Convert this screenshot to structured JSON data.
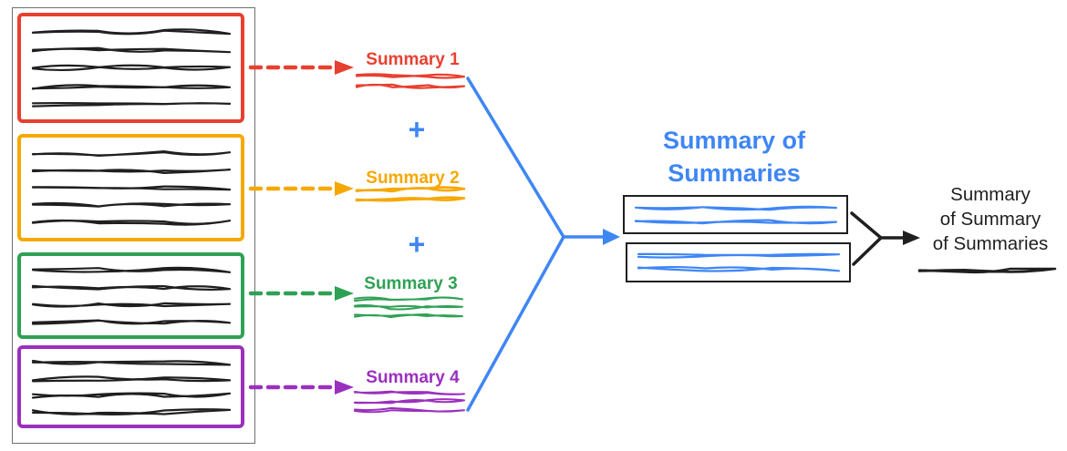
{
  "palette": {
    "red": "#e8402f",
    "yellow": "#f6a800",
    "green": "#2fa155",
    "purple": "#9b30bd",
    "blue": "#3f86f5",
    "ink": "#1f1f1f",
    "frame": "#6f6f6f"
  },
  "diagram": {
    "source_document": {
      "sections": [
        {
          "name": "section-1",
          "color": "#e8402f",
          "scribble_lines": 5
        },
        {
          "name": "section-2",
          "color": "#f6a800",
          "scribble_lines": 5
        },
        {
          "name": "section-3",
          "color": "#2fa155",
          "scribble_lines": 4
        },
        {
          "name": "section-4",
          "color": "#9b30bd",
          "scribble_lines": 4
        }
      ]
    },
    "section_summaries": [
      {
        "label": "Summary 1",
        "color": "#e8402f"
      },
      {
        "label": "Summary 2",
        "color": "#f6a800"
      },
      {
        "label": "Summary 3",
        "color": "#2fa155"
      },
      {
        "label": "Summary 4",
        "color": "#9b30bd"
      }
    ],
    "plus_signs": [
      {
        "symbol": "+"
      },
      {
        "symbol": "+"
      }
    ],
    "summary_of_summaries": {
      "title": "Summary of Summaries",
      "title_lines": [
        "Summary of",
        "Summaries"
      ],
      "color": "#3f86f5",
      "box_count": 2
    },
    "final_summary": {
      "label": "Summary of Summary of Summaries",
      "label_lines": [
        "Summary",
        "of Summary",
        "of Summaries"
      ],
      "color": "#1f1f1f"
    }
  }
}
